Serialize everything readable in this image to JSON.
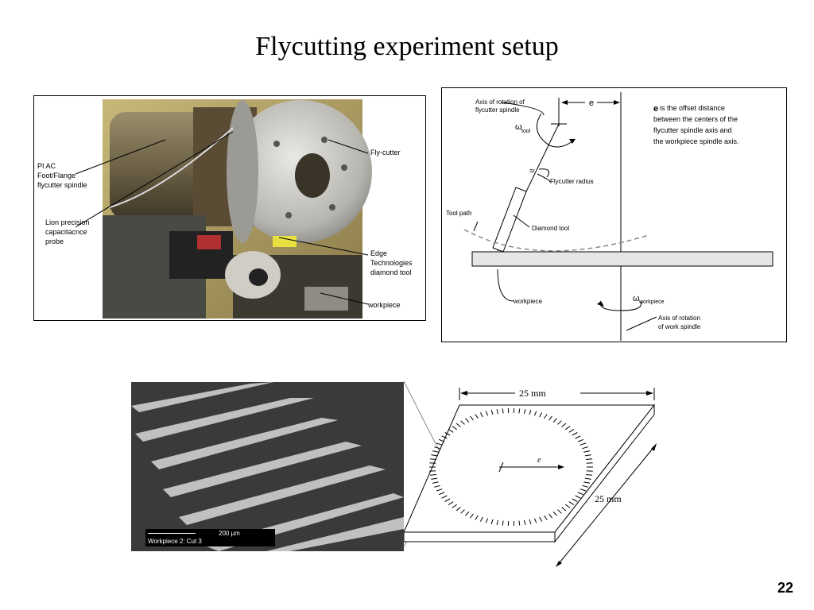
{
  "slide": {
    "title": "Flycutting experiment setup",
    "number": "22"
  },
  "photo": {
    "labels": {
      "spindle": "PI AC\nFoot/Flange\nflycutter spindle",
      "probe": "Lion precision\ncapacitacnce\nprobe",
      "flycutter": "Fly-cutter",
      "diamond_tool": "Edge\nTechnologies\ndiamond tool",
      "workpiece": "workpiece"
    }
  },
  "diagram": {
    "axis_tool_label_1": "Axis of rotation of",
    "axis_tool_label_2": "flycutter spindle",
    "e_label": "e",
    "omega_tool": "ω",
    "omega_tool_sub": "tool",
    "description_bold": "e",
    "description_1": " is the offset distance",
    "description_2": "between the centers of the",
    "description_3": "flycutter spindle axis and",
    "description_4": "the workpiece spindle axis.",
    "flycutter_radius": "Flycutter radius",
    "tool_path": "Tool path",
    "diamond_tool": "Diamond tool",
    "workpiece": "workpiece",
    "omega_workpiece": "ω",
    "omega_workpiece_sub": "workpiece",
    "axis_work_1": "Axis of rotation",
    "axis_work_2": "of work spindle"
  },
  "sem": {
    "scale_label": "200 µm",
    "caption": "Workpiece 2: Cut 3"
  },
  "block": {
    "top_dim": "25 mm",
    "side_dim": "25 mm",
    "e_label": "e"
  }
}
